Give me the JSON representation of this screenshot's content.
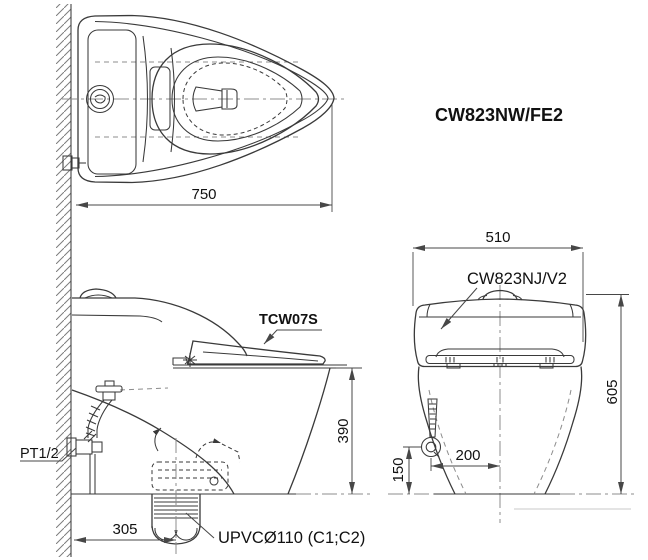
{
  "title": "CW823NW/FE2",
  "views": {
    "top": {
      "description": "plan view of one-piece toilet against wall",
      "width_dim": "750"
    },
    "side": {
      "description": "side elevation with supply valve and floor drain",
      "seat_label": "TCW07S",
      "supply_label": "PT1/2",
      "seat_height_dim": "390",
      "drain_offset_dim": "305",
      "drain_label": "UPVCØ110 (C1;C2)"
    },
    "front": {
      "description": "front elevation of cistern",
      "tank_label": "CW823NJ/V2",
      "width_dim": "510",
      "height_dim": "605",
      "supply_height_dim": "150",
      "supply_offset_dim": "200"
    }
  },
  "colors": {
    "line": "#3a3a3a",
    "dim": "#474747",
    "dash": "#8c8c8c",
    "text": "#111111",
    "bg": "#ffffff",
    "faint": "#c9c9c9"
  }
}
